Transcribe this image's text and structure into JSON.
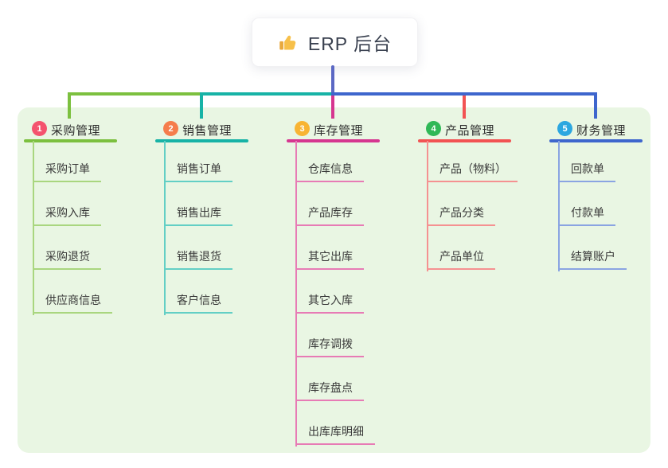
{
  "root": {
    "label": "ERP 后台",
    "icon": "thumbs-up-icon",
    "line_color": "#5b68c4",
    "card_bg": "#ffffff",
    "text_color": "#39404f"
  },
  "panel": {
    "bg": "#e9f6e3"
  },
  "branches": [
    {
      "index": "1",
      "label": "采购管理",
      "badge_color": "#f4536e",
      "line_color": "#7cc03f",
      "item_line_color": "#a9d67f",
      "items": [
        "采购订单",
        "采购入库",
        "采购退货",
        "供应商信息"
      ]
    },
    {
      "index": "2",
      "label": "销售管理",
      "badge_color": "#f57d4c",
      "line_color": "#17b3a6",
      "item_line_color": "#63cfc5",
      "items": [
        "销售订单",
        "销售出库",
        "销售退货",
        "客户信息"
      ]
    },
    {
      "index": "3",
      "label": "库存管理",
      "badge_color": "#f8b433",
      "line_color": "#d63690",
      "item_line_color": "#e77bb5",
      "items": [
        "仓库信息",
        "产品库存",
        "其它出库",
        "其它入库",
        "库存调拨",
        "库存盘点",
        "出库库明细"
      ]
    },
    {
      "index": "4",
      "label": "产品管理",
      "badge_color": "#30b857",
      "line_color": "#f25353",
      "item_line_color": "#f59191",
      "items": [
        "产品（物料）",
        "产品分类",
        "产品单位"
      ]
    },
    {
      "index": "5",
      "label": "财务管理",
      "badge_color": "#2ca7e0",
      "line_color": "#3e66cd",
      "item_line_color": "#8aa4e2",
      "items": [
        "回款单",
        "付款单",
        "结算账户"
      ]
    }
  ]
}
